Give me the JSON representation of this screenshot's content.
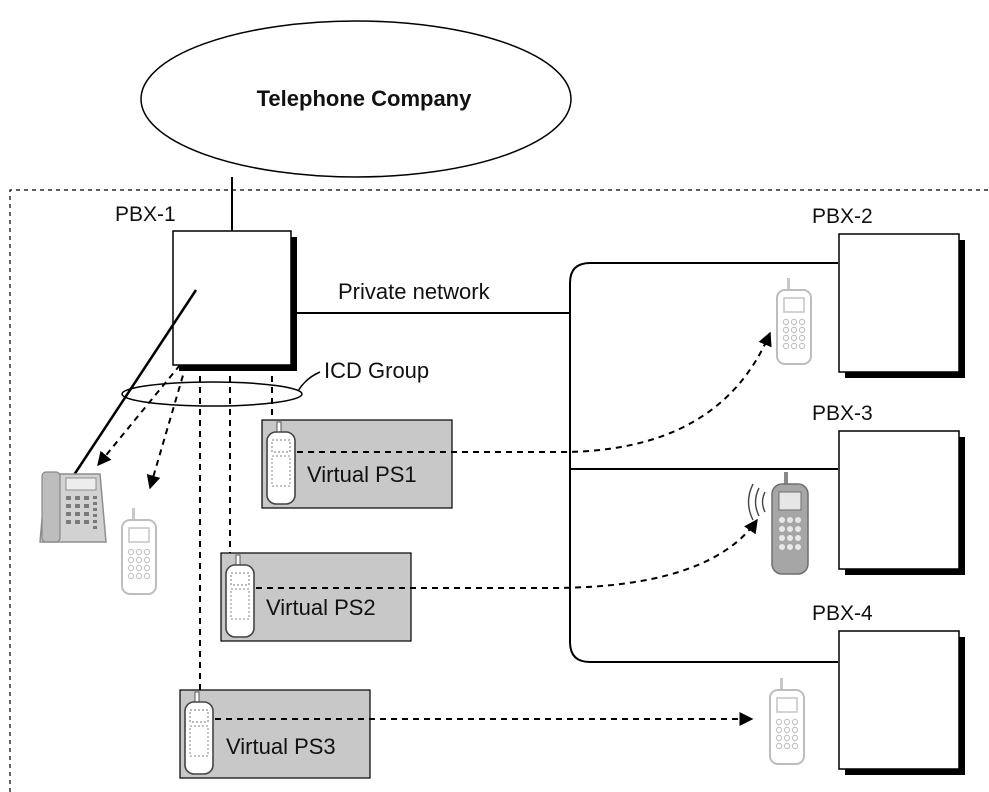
{
  "cloud": {
    "label": "Telephone Company"
  },
  "pbx": [
    {
      "id": "pbx1",
      "label": "PBX-1"
    },
    {
      "id": "pbx2",
      "label": "PBX-2"
    },
    {
      "id": "pbx3",
      "label": "PBX-3"
    },
    {
      "id": "pbx4",
      "label": "PBX-4"
    }
  ],
  "network": {
    "label": "Private network"
  },
  "icd_group": {
    "label": "ICD Group"
  },
  "virtual_ps": [
    {
      "label": "Virtual PS1"
    },
    {
      "label": "Virtual PS2"
    },
    {
      "label": "Virtual PS3"
    }
  ],
  "colors": {
    "line": "#000000",
    "virtual_box": "#c8c8c8",
    "faded_phone": "#b8b8b8",
    "active_phone": "#8a8a8a"
  }
}
